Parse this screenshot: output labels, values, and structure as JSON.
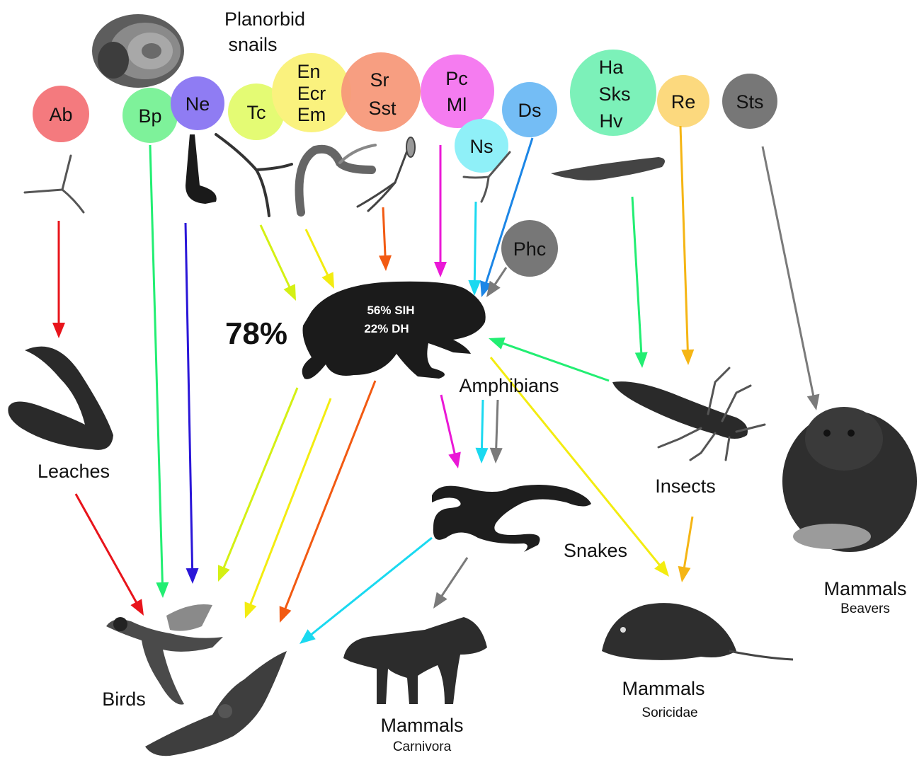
{
  "nodes": {
    "ab": {
      "lines": [
        "Ab"
      ],
      "color": "#f47a7e"
    },
    "bp": {
      "lines": [
        "Bp"
      ],
      "color": "#7ef29a"
    },
    "ne": {
      "lines": [
        "Ne"
      ],
      "color": "#8f7cf3"
    },
    "tc": {
      "lines": [
        "Tc"
      ],
      "color": "#e4fb74"
    },
    "en": {
      "lines": [
        "En",
        "Ecr",
        "Em"
      ],
      "color": "#faf27e"
    },
    "sr": {
      "lines": [
        "Sr",
        "Sst"
      ],
      "color": "#f7997a"
    },
    "pc": {
      "lines": [
        "Pc",
        "Ml"
      ],
      "color": "#f57cf0"
    },
    "ns": {
      "lines": [
        "Ns"
      ],
      "color": "#8ff0f8"
    },
    "ds": {
      "lines": [
        "Ds"
      ],
      "color": "#74bdf5"
    },
    "ha": {
      "lines": [
        "Ha",
        "Sks",
        "Hv"
      ],
      "color": "#7cf1b9"
    },
    "re": {
      "lines": [
        "Re"
      ],
      "color": "#fcd97e"
    },
    "sts": {
      "lines": [
        "Sts"
      ],
      "color": "#777777"
    },
    "phc": {
      "lines": [
        "Phc"
      ],
      "color": "#777777"
    }
  },
  "labels": {
    "planorbid": [
      "Planorbid",
      "snails"
    ],
    "percent": "78%",
    "sih": "56% SIH",
    "dh": "22% DH",
    "amphibians": "Amphibians",
    "leaches": "Leaches",
    "insects": "Insects",
    "snakes": "Snakes",
    "birds": "Birds",
    "mammals_beavers": "Mammals",
    "beavers": "Beavers",
    "mammals_soricidae": "Mammals",
    "soricidae": "Soricidae",
    "mammals_carnivora": "Mammals",
    "carnivora": "Carnivora"
  },
  "arrow_colors": {
    "red": "#e8141b",
    "green": "#22ee72",
    "blue": "#2a16d8",
    "lime": "#d4f014",
    "yellow": "#f3ec10",
    "orange": "#f25a12",
    "magenta": "#ea18d6",
    "cyan": "#1ad9f0",
    "azure": "#1c86e6",
    "gold": "#f5b514",
    "grey": "#7a7a7a"
  }
}
